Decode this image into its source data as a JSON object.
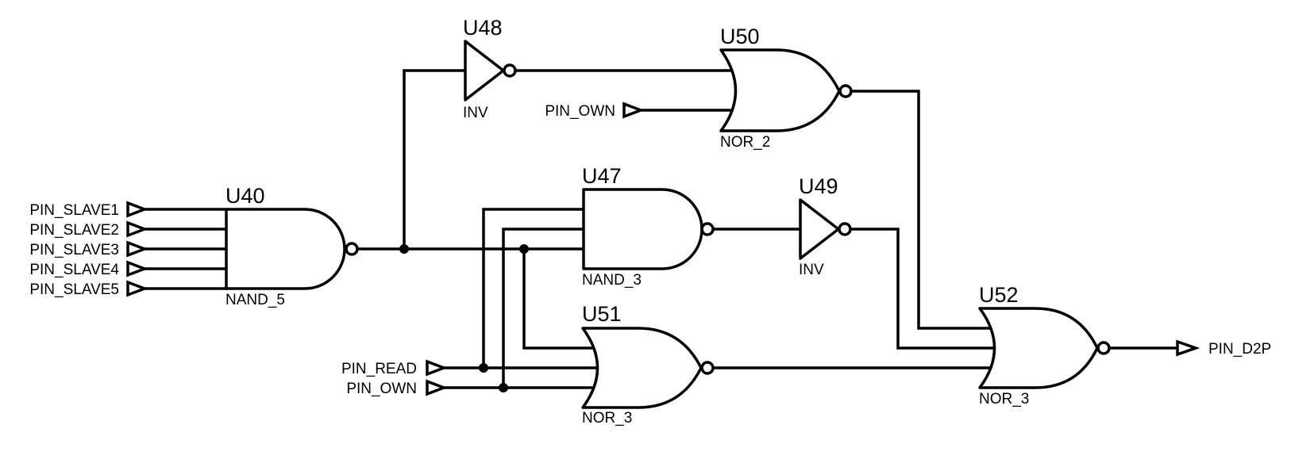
{
  "diagram": {
    "kind": "logic-gate schematic",
    "components": [
      {
        "ref": "U40",
        "type": "NAND_5",
        "function": "nand",
        "inputs": [
          "PIN_SLAVE1",
          "PIN_SLAVE2",
          "PIN_SLAVE3",
          "PIN_SLAVE4",
          "PIN_SLAVE5"
        ],
        "output": "N_U40"
      },
      {
        "ref": "U48",
        "type": "INV",
        "function": "not",
        "inputs": [
          "N_U40"
        ],
        "output": "N_U48"
      },
      {
        "ref": "U50",
        "type": "NOR_2",
        "function": "nor",
        "inputs": [
          "N_U48",
          "PIN_OWN"
        ],
        "output": "N_U50"
      },
      {
        "ref": "U47",
        "type": "NAND_3",
        "function": "nand",
        "inputs": [
          "PIN_READ",
          "PIN_OWN",
          "N_U40"
        ],
        "output": "N_U47"
      },
      {
        "ref": "U49",
        "type": "INV",
        "function": "not",
        "inputs": [
          "N_U47"
        ],
        "output": "N_U49"
      },
      {
        "ref": "U51",
        "type": "NOR_3",
        "function": "nor",
        "inputs": [
          "N_U40",
          "PIN_READ",
          "PIN_OWN"
        ],
        "output": "N_U51"
      },
      {
        "ref": "U52",
        "type": "NOR_3",
        "function": "nor",
        "inputs": [
          "N_U50",
          "N_U49",
          "N_U51"
        ],
        "output": "PIN_D2P"
      }
    ],
    "input_ports": [
      {
        "id": "slave1",
        "label": "PIN_SLAVE1"
      },
      {
        "id": "slave2",
        "label": "PIN_SLAVE2"
      },
      {
        "id": "slave3",
        "label": "PIN_SLAVE3"
      },
      {
        "id": "slave4",
        "label": "PIN_SLAVE4"
      },
      {
        "id": "slave5",
        "label": "PIN_SLAVE5"
      },
      {
        "id": "own_top",
        "label": "PIN_OWN"
      },
      {
        "id": "read",
        "label": "PIN_READ"
      },
      {
        "id": "own_bottom",
        "label": "PIN_OWN"
      }
    ],
    "output_ports": [
      {
        "id": "d2p",
        "label": "PIN_D2P"
      }
    ],
    "labels": {
      "u40": {
        "ref": "U40",
        "type": "NAND_5"
      },
      "u48": {
        "ref": "U48",
        "type": "INV"
      },
      "u50": {
        "ref": "U50",
        "type": "NOR_2"
      },
      "u47": {
        "ref": "U47",
        "type": "NAND_3"
      },
      "u49": {
        "ref": "U49",
        "type": "INV"
      },
      "u51": {
        "ref": "U51",
        "type": "NOR_3"
      },
      "u52": {
        "ref": "U52",
        "type": "NOR_3"
      }
    },
    "pins": {
      "slave1": "PIN_SLAVE1",
      "slave2": "PIN_SLAVE2",
      "slave3": "PIN_SLAVE3",
      "slave4": "PIN_SLAVE4",
      "slave5": "PIN_SLAVE5",
      "own_top": "PIN_OWN",
      "read": "PIN_READ",
      "own_bottom": "PIN_OWN",
      "d2p": "PIN_D2P"
    }
  }
}
